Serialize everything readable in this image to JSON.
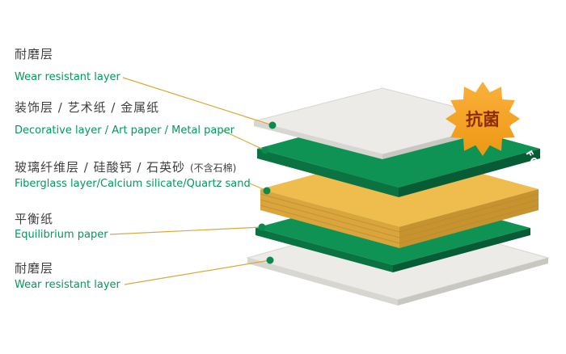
{
  "labels": [
    {
      "zh": "耐磨层",
      "en": "Wear resistant layer"
    },
    {
      "zh": "装饰层 / 艺术纸 / 金属纸",
      "en": "Decorative layer / Art paper / Metal paper"
    },
    {
      "zh": "玻璃纤维层 / 硅酸钙 / 石英砂",
      "note": "(不含石棉)",
      "en": "Fiberglass layer/Calcium silicate/Quartz sand"
    },
    {
      "zh": "平衡纸",
      "en": "Equilibrium paper"
    },
    {
      "zh": "耐磨层",
      "en": "Wear resistant layer"
    }
  ],
  "badge": {
    "text": "抗菌"
  },
  "brand": {
    "text": "FORCA"
  },
  "colors": {
    "green_layer_top": "#0f9355",
    "green_layer_side": "#0b7242",
    "yellow_layer_top": "#eebd4e",
    "yellow_layer_side": "#d9a53c",
    "white_layer": "#edebe7",
    "label_zh": "#3f3f3f",
    "label_en": "#009a5b",
    "leader_line": "#d9a93c",
    "dot": "#0c8a4e",
    "badge_orange": "#f3a321",
    "badge_text": "#8e2e00"
  }
}
